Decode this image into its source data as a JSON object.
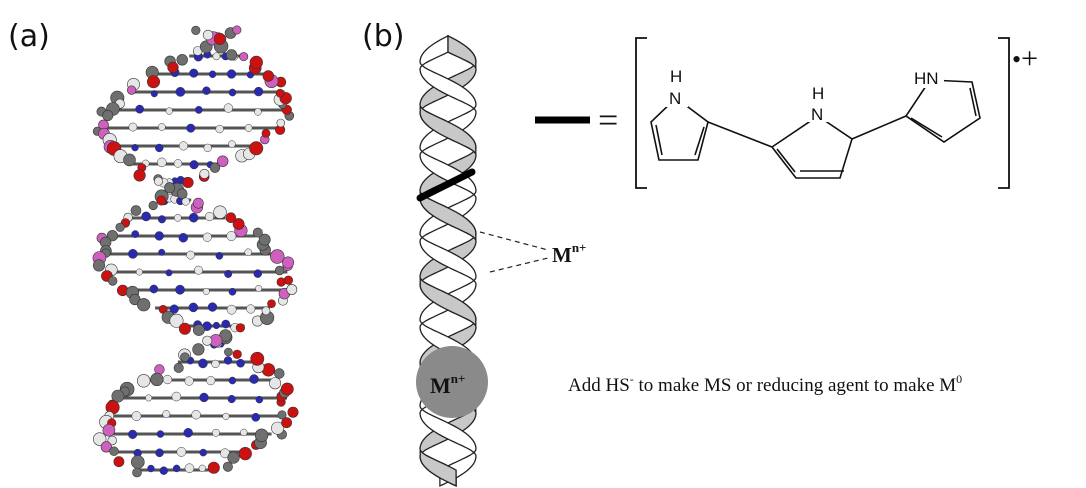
{
  "figure": {
    "panel_a_label": "(a)",
    "panel_b_label": "(b)",
    "legend_equals": "=",
    "charge_dot": "•",
    "charge_plus": "+",
    "metal_main": "M",
    "metal_sup": "n+",
    "nh_labels": [
      "H",
      "N",
      "N",
      "H",
      "HN"
    ],
    "caption_part1": "Add HS",
    "caption_sup1": "-",
    "caption_part2": " to make MS or reducing agent to make M",
    "caption_sup2": "0"
  },
  "colors": {
    "strand_fill": "#c8c8c8",
    "strand_stroke": "#222222",
    "sphere": "#8a8a8a",
    "oxygen": "#cc1111",
    "nitrogen": "#2a2ab0",
    "carbon": "#6f6f6f",
    "hydrogen": "#e6e6e6",
    "phosphorus": "#d060c0"
  },
  "icons": {
    "dna_model": "dna-ball-and-stick-icon",
    "helix": "double-helix-icon",
    "molecule": "terpyrrole-icon"
  }
}
